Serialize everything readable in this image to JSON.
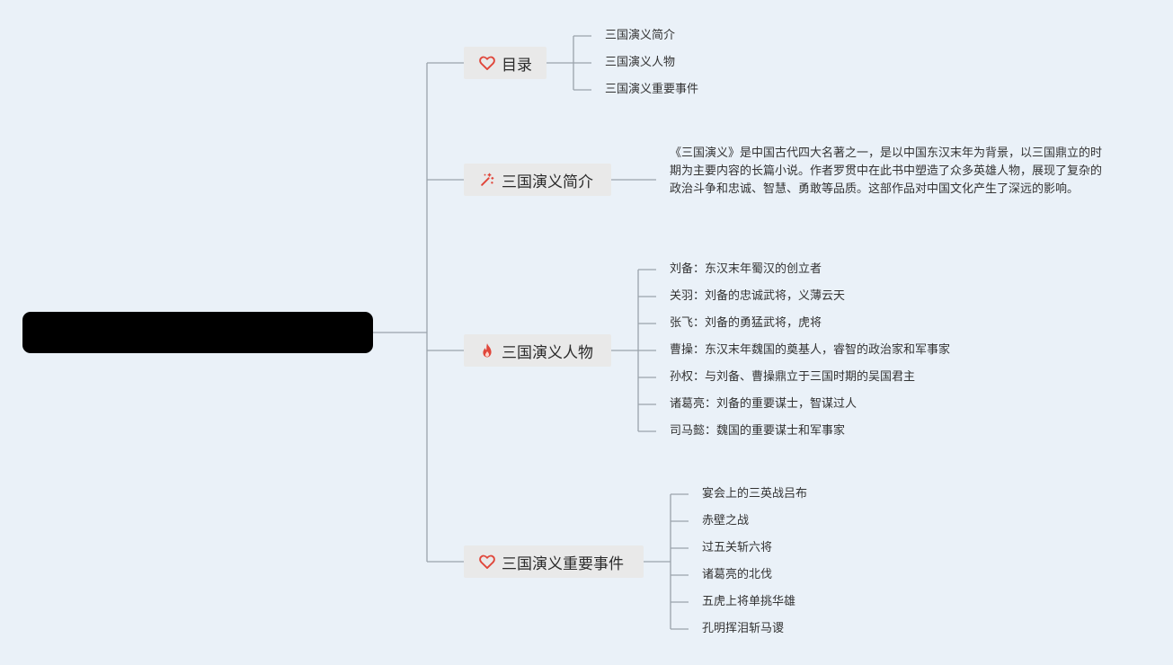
{
  "root": {
    "label": ""
  },
  "branches": [
    {
      "label": "目录",
      "icon": "heart-icon"
    },
    {
      "label": "三国演义简介",
      "icon": "magic-wand-icon"
    },
    {
      "label": "三国演义人物",
      "icon": "fire-icon"
    },
    {
      "label": "三国演义重要事件",
      "icon": "heart-icon"
    }
  ],
  "toc": [
    "三国演义简介",
    "三国演义人物",
    "三国演义重要事件"
  ],
  "intro": "《三国演义》是中国古代四大名著之一，是以中国东汉末年为背景，以三国鼎立的时期为主要内容的长篇小说。作者罗贯中在此书中塑造了众多英雄人物，展现了复杂的政治斗争和忠诚、智慧、勇敢等品质。这部作品对中国文化产生了深远的影响。",
  "characters": [
    "刘备：东汉末年蜀汉的创立者",
    "关羽：刘备的忠诚武将，义薄云天",
    "张飞：刘备的勇猛武将，虎将",
    "曹操：东汉末年魏国的奠基人，睿智的政治家和军事家",
    "孙权：与刘备、曹操鼎立于三国时期的吴国君主",
    "诸葛亮：刘备的重要谋士，智谋过人",
    "司马懿：魏国的重要谋士和军事家"
  ],
  "events": [
    "宴会上的三英战吕布",
    "赤壁之战",
    "过五关斩六将",
    "诸葛亮的北伐",
    "五虎上将单挑华雄",
    "孔明挥泪斩马谡"
  ],
  "colors": {
    "background": "#eaf1f8",
    "connector": "#9aa3ab",
    "icon_red": "#e0463a",
    "branch_bg": "#e9e9e9"
  }
}
